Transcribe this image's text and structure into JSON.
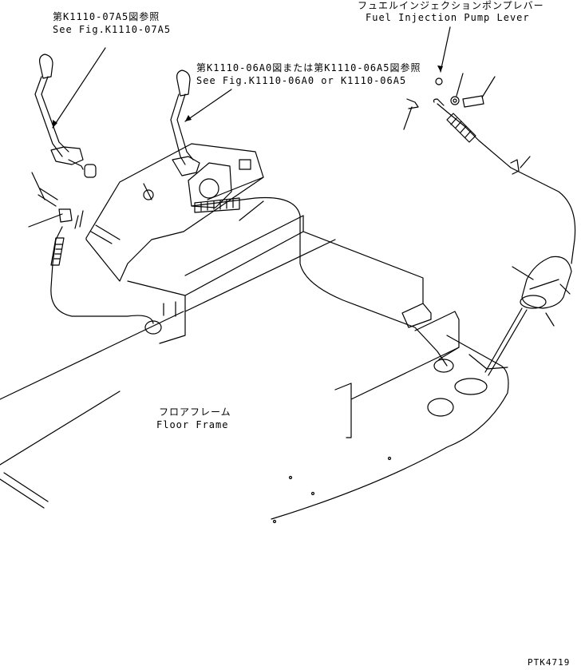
{
  "labels": {
    "ref_fig07_jp": "第K1110-07A5図参照",
    "ref_fig07_en": "See Fig.K1110-07A5",
    "ref_fig06_jp": "第K1110-06A0図または第K1110-06A5図参照",
    "ref_fig06_en": "See Fig.K1110-06A0 or K1110-06A5",
    "pump_lever_jp": "フュエルインジェクションポンプレバー",
    "pump_lever_en": "Fuel Injection Pump Lever",
    "floor_frame_jp": "フロアフレーム",
    "floor_frame_en": "Floor Frame",
    "drawing_code": "PTK4719"
  }
}
